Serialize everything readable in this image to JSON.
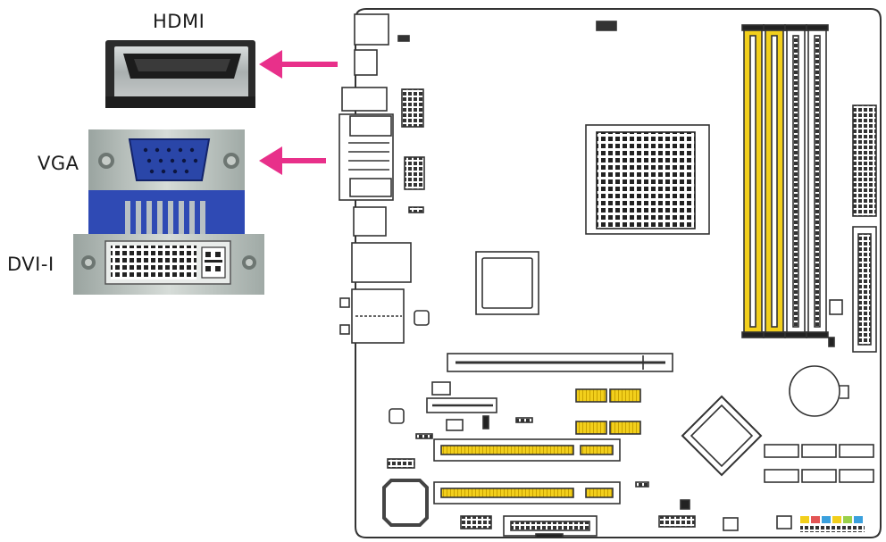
{
  "labels": {
    "hdmi": "HDMI",
    "vga": "VGA",
    "dvi": "DVI-I"
  },
  "colors": {
    "arrow": "#e8308a",
    "dimm_yellow": "#f2cf1c",
    "board_outline": "#333333",
    "vga_blue": "#2a46a8"
  },
  "connectors": [
    "hdmi-port",
    "vga-port",
    "dvi-i-port"
  ]
}
